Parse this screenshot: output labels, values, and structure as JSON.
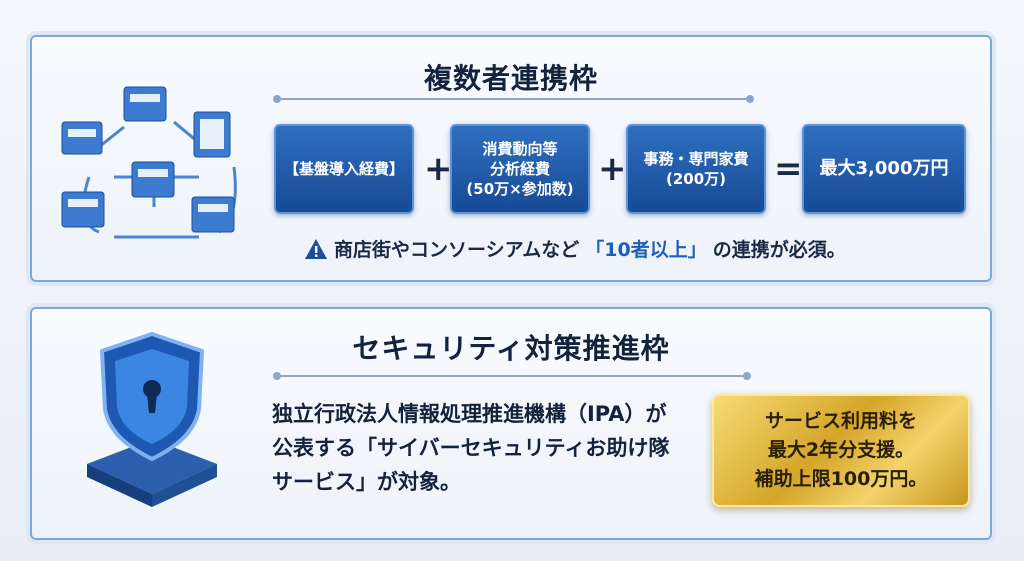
{
  "section1": {
    "title": "複数者連携枠",
    "boxes": [
      {
        "lines": [
          "【基盤導入経費】"
        ]
      },
      {
        "lines": [
          "消費動向等",
          "分析経費",
          "(50万×参加数)"
        ]
      },
      {
        "lines": [
          "事務・専門家費",
          "(200万)"
        ]
      },
      {
        "lines": [
          "最大3,000万円"
        ]
      }
    ],
    "operators": [
      "+",
      "+",
      "="
    ],
    "note": {
      "before": "商店街やコンソーシアムなど",
      "highlight": "「10者以上」",
      "after": "の連携が必須。"
    }
  },
  "section2": {
    "title": "セキュリティ対策推進枠",
    "description": [
      "独立行政法人情報処理推進機構（IPA）が",
      "公表する「サイバーセキュリティお助け隊",
      "サービス」が対象。"
    ],
    "highlight_box": [
      "サービス利用料を",
      "最大2年分支援。",
      "補助上限100万円。"
    ]
  },
  "colors": {
    "box_blue": "#1f5aab",
    "highlight_blue": "#1d5fb8",
    "gold": "#d4a528"
  }
}
